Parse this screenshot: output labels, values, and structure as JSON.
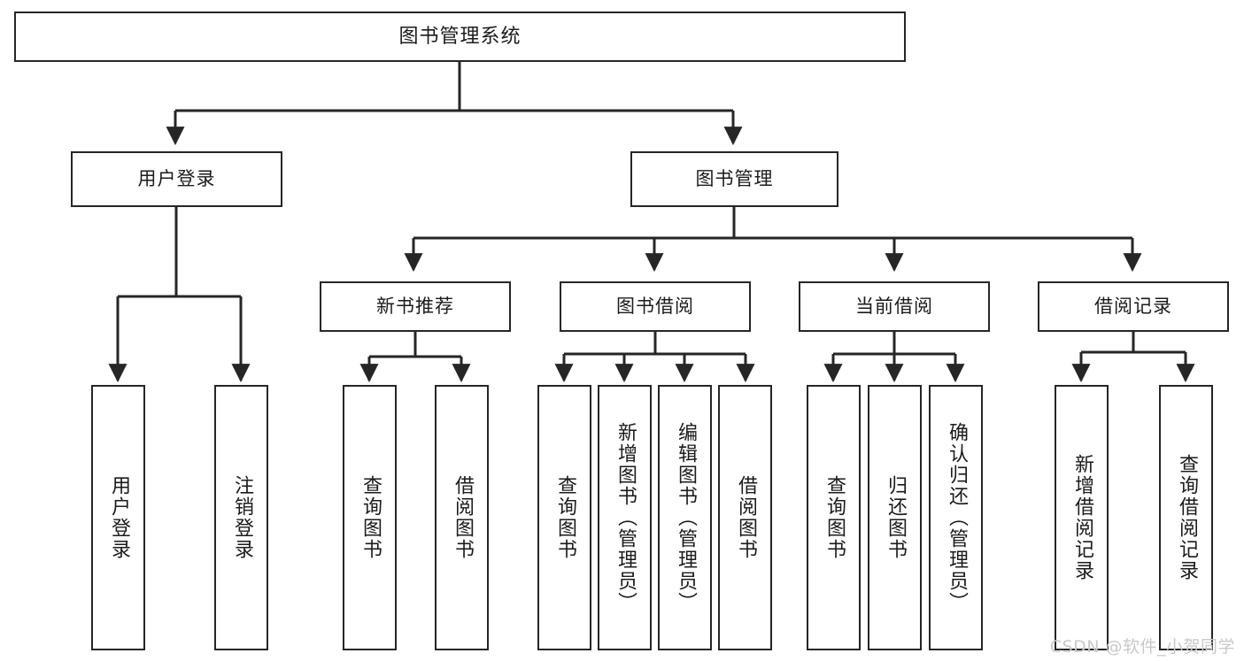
{
  "diagram": {
    "type": "tree-hierarchy-chart",
    "title": "图书管理系统",
    "watermark": "CSDN @软件_小贺同学",
    "colors": {
      "stroke": "#262626",
      "fill": "#ffffff",
      "text": "#1b1b1b",
      "watermark": "#c9c9c9"
    },
    "nodes": {
      "root": {
        "label": "图书管理系统"
      },
      "level2": [
        {
          "label": "用户登录"
        },
        {
          "label": "图书管理"
        }
      ],
      "level3": [
        {
          "label": "新书推荐"
        },
        {
          "label": "图书借阅"
        },
        {
          "label": "当前借阅"
        },
        {
          "label": "借阅记录"
        }
      ],
      "leaves_user_login": [
        {
          "label": "用户登录"
        },
        {
          "label": "注销登录"
        }
      ],
      "leaves_new_book": [
        {
          "label": "查询图书"
        },
        {
          "label": "借阅图书"
        }
      ],
      "leaves_borrow": [
        {
          "label": "查询图书"
        },
        {
          "label": "新增图书（管理员）"
        },
        {
          "label": "编辑图书（管理员）"
        },
        {
          "label": "借阅图书"
        }
      ],
      "leaves_current": [
        {
          "label": "查询图书"
        },
        {
          "label": "归还图书"
        },
        {
          "label": "确认归还（管理员）"
        }
      ],
      "leaves_records": [
        {
          "label": "新增借阅记录"
        },
        {
          "label": "查询借阅记录"
        }
      ]
    }
  }
}
